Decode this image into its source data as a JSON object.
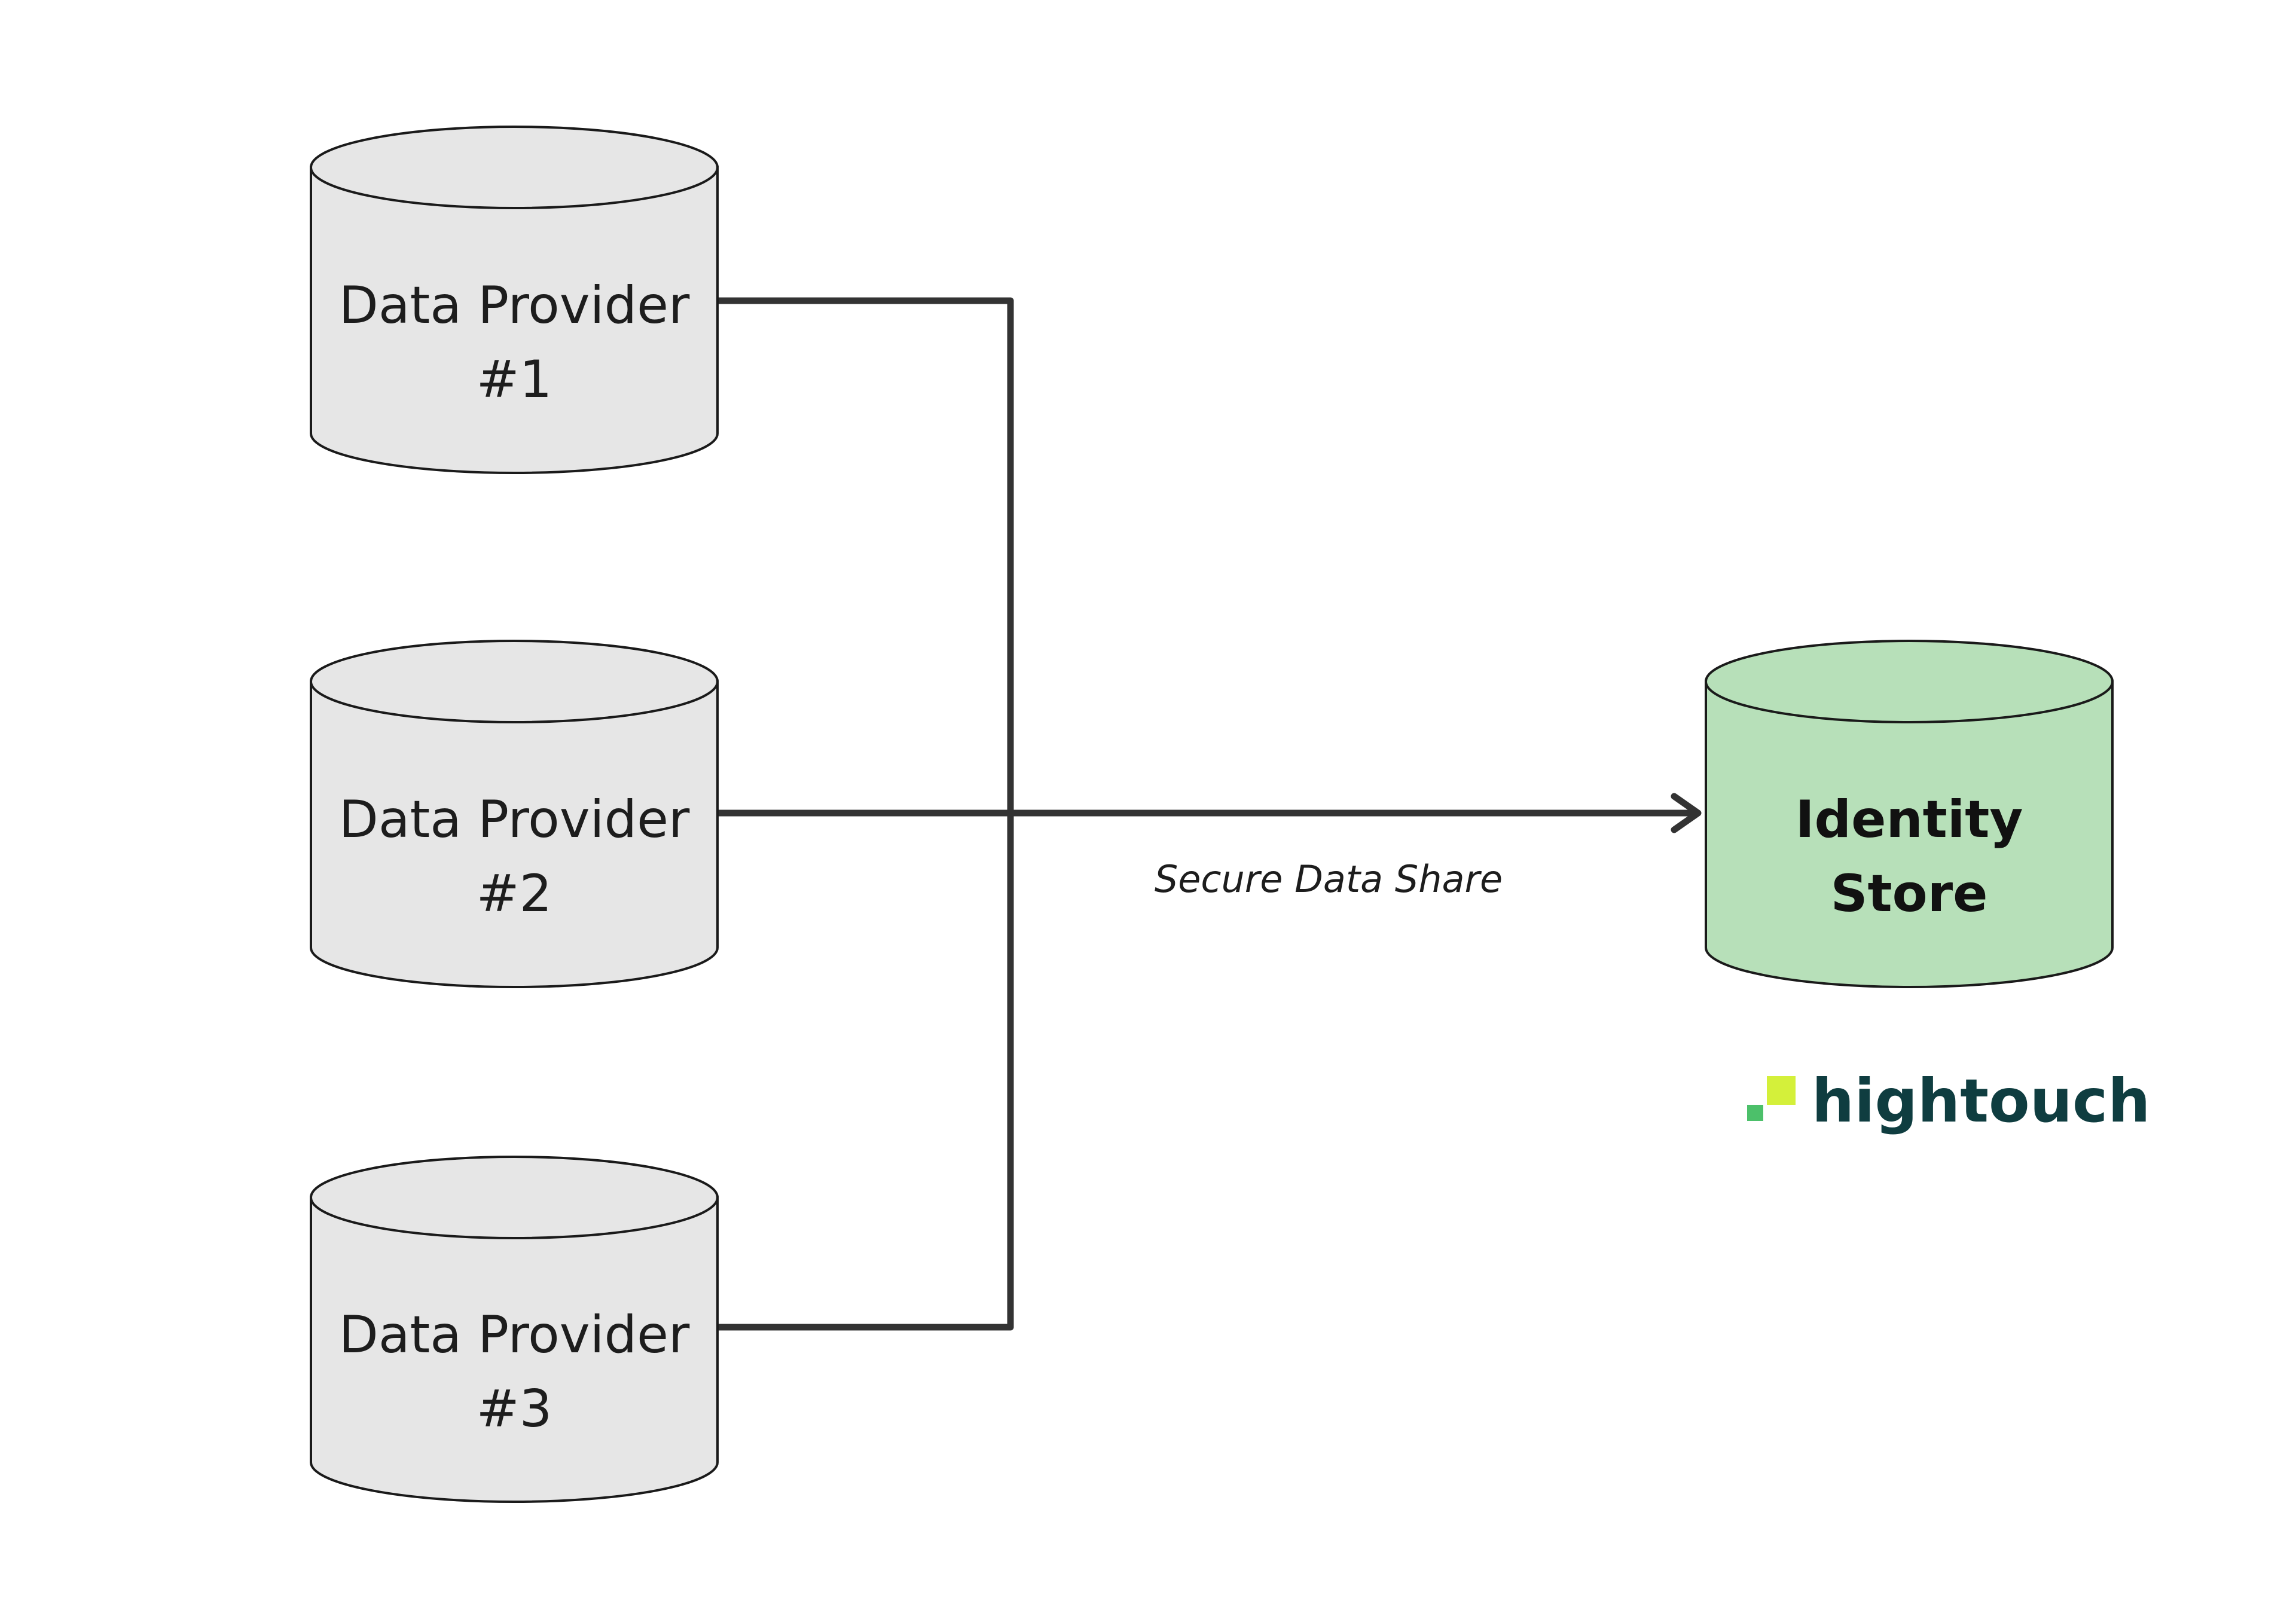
{
  "nodes": {
    "provider_1": {
      "line1": "Data Provider",
      "line2": "#1"
    },
    "provider_2": {
      "line1": "Data Provider",
      "line2": "#2"
    },
    "provider_3": {
      "line1": "Data Provider",
      "line2": "#3"
    },
    "identity_store": {
      "line1": "Identity",
      "line2": "Store"
    }
  },
  "edge": {
    "label": "Secure Data Share"
  },
  "logo": {
    "text": "hightouch"
  },
  "colors": {
    "provider_fill": "#e6e6e6",
    "store_fill": "#b7e0b9",
    "line": "#333333",
    "logo_text": "#0f3d40",
    "logo_square_light": "#d4f03a",
    "logo_square_dark": "#4cc06a"
  }
}
